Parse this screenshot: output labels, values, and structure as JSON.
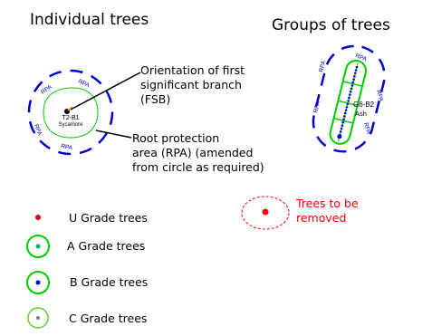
{
  "headings": {
    "individual": "Individual trees",
    "groups": "Groups of trees"
  },
  "individual_tree": {
    "rpa_label": "RPA",
    "tag": "T2-B1",
    "species": "Sycamore"
  },
  "annotations": {
    "fsb": [
      "Orientation of first",
      "significant branch",
      "(FSB)"
    ],
    "rpa": [
      "Root protection",
      "area (RPA) (amended",
      "from circle as required)"
    ]
  },
  "group_tree": {
    "rpa_label": "RPA",
    "tag": "G6-B2",
    "species": "Ash"
  },
  "removal": {
    "label_line1": "Trees to be",
    "label_line2": "removed",
    "color": "#ff0000"
  },
  "legend": [
    {
      "label": "U Grade trees",
      "color": "#e00000",
      "ring": "none"
    },
    {
      "label": "A Grade trees",
      "color": "#00b050",
      "ring": "#00cc00"
    },
    {
      "label": "B Grade trees",
      "color": "#0000cc",
      "ring": "#00cc00"
    },
    {
      "label": "C Grade trees",
      "color": "#808080",
      "ring": "#66cc33"
    }
  ],
  "colors": {
    "rpa_blue": "#0000cc",
    "canopy_green": "#00cc00",
    "removal_red": "#ff0000"
  }
}
